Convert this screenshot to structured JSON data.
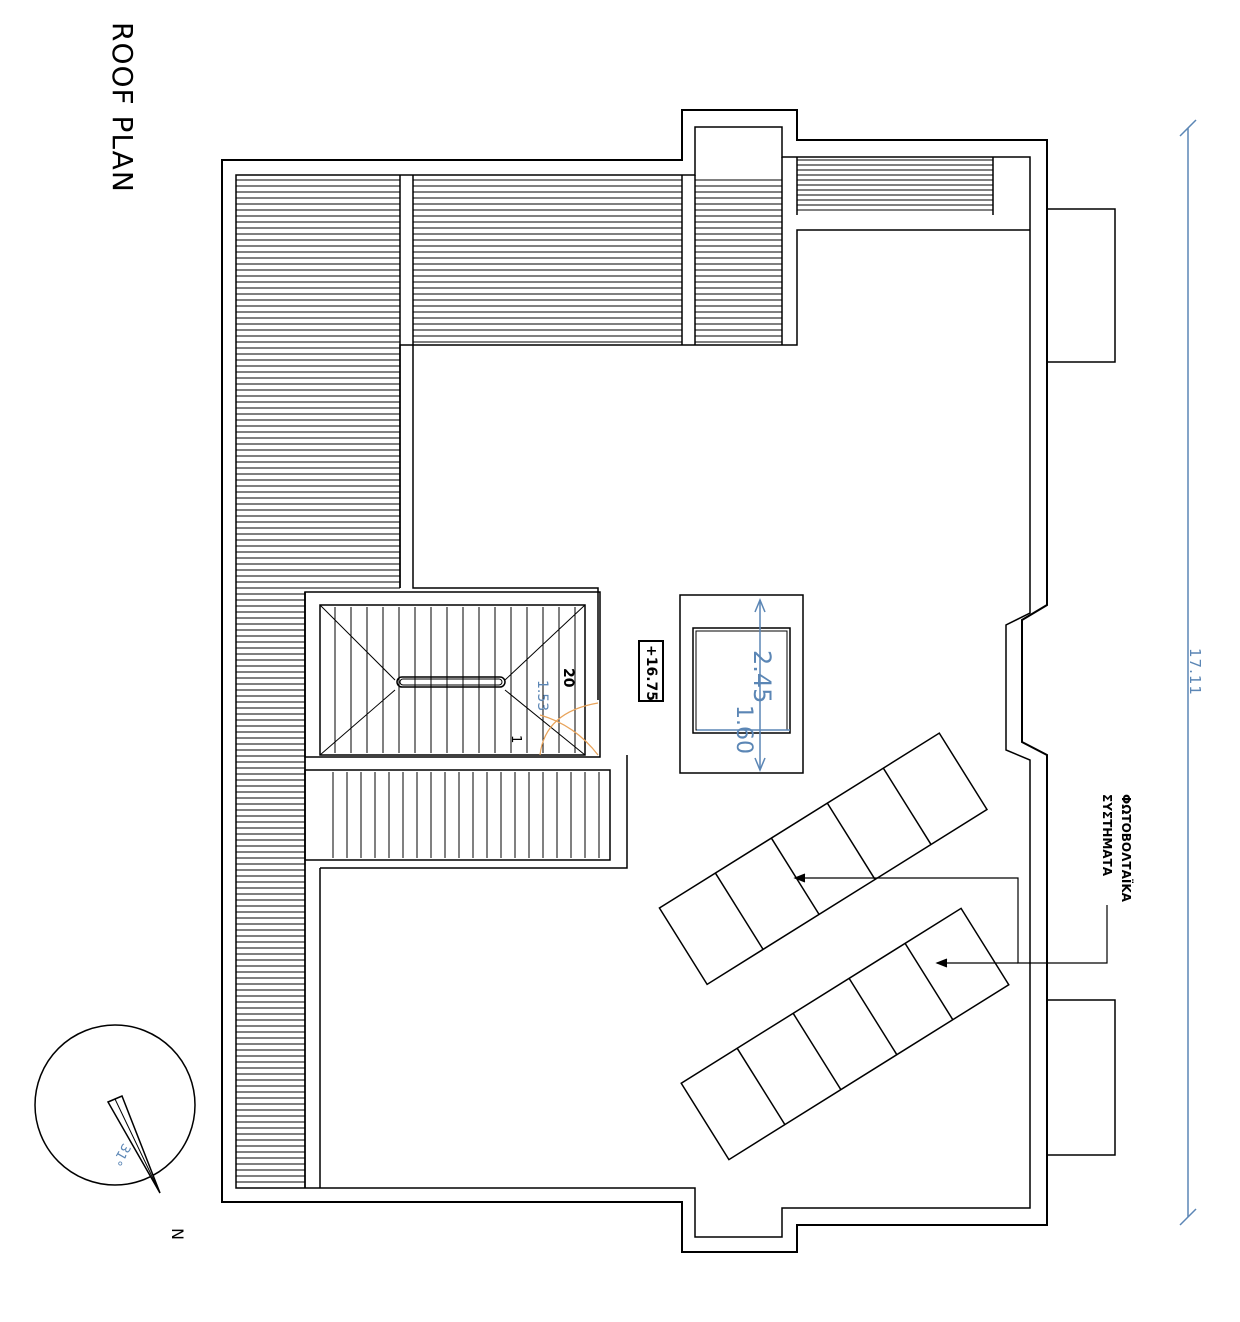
{
  "drawing": {
    "title": "ROOF PLAN",
    "north_label": "N",
    "compass_angle": "31°",
    "elevation_tag": "+16.75",
    "overall_dimension": "17.11",
    "shaft_dimension_a": "2.45",
    "shaft_dimension_b": "1.60",
    "stair_width": "1.53",
    "stair_step_first": "1",
    "stair_step_last": "20",
    "pv_label_line1": "ΦΩΤΟΒΟΛΤΑΪΚΑ",
    "pv_label_line2": "ΣΥΣΤΗΜΑΤΑ"
  },
  "colors": {
    "line": "#000000",
    "dimension": "#5b86b5",
    "door_arc": "#e8a35a"
  }
}
